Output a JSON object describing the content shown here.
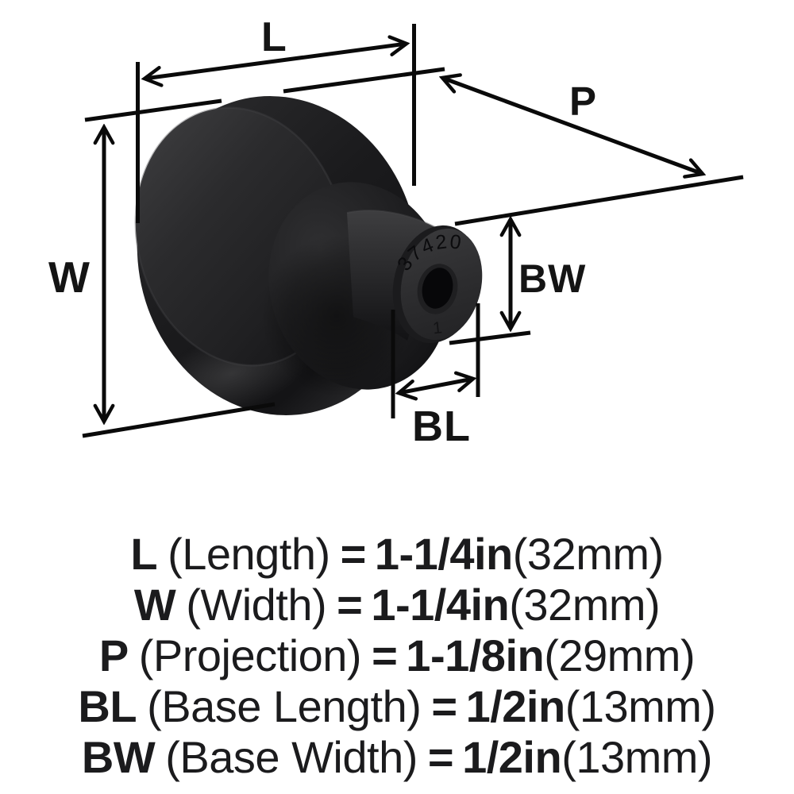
{
  "diagram": {
    "labels": {
      "l": "L",
      "w": "W",
      "p": "P",
      "bw": "BW",
      "bl": "BL"
    },
    "engraving": {
      "model_number": "37420",
      "size_mark": "1"
    },
    "colors": {
      "line": "#0a0a0a",
      "label_text": "#141414",
      "knob_highlight": "#3c3c3e",
      "knob_mid": "#2b2b2d",
      "knob_dark": "#0c0c0e",
      "background": "#ffffff"
    }
  },
  "specs": {
    "text_color": "#1b1b1d",
    "rows": [
      {
        "symbol": "L",
        "name": "(Length)",
        "eq": "=",
        "value": "1-1/4in",
        "metric": "(32mm)"
      },
      {
        "symbol": "W",
        "name": "(Width)",
        "eq": "=",
        "value": "1-1/4in",
        "metric": "(32mm)"
      },
      {
        "symbol": "P",
        "name": "(Projection)",
        "eq": "=",
        "value": "1-1/8in",
        "metric": "(29mm)"
      },
      {
        "symbol": "BL",
        "name": "(Base Length)",
        "eq": "=",
        "value": "1/2in",
        "metric": "(13mm)"
      },
      {
        "symbol": "BW",
        "name": "(Base Width)",
        "eq": "=",
        "value": "1/2in",
        "metric": "(13mm)"
      }
    ]
  }
}
